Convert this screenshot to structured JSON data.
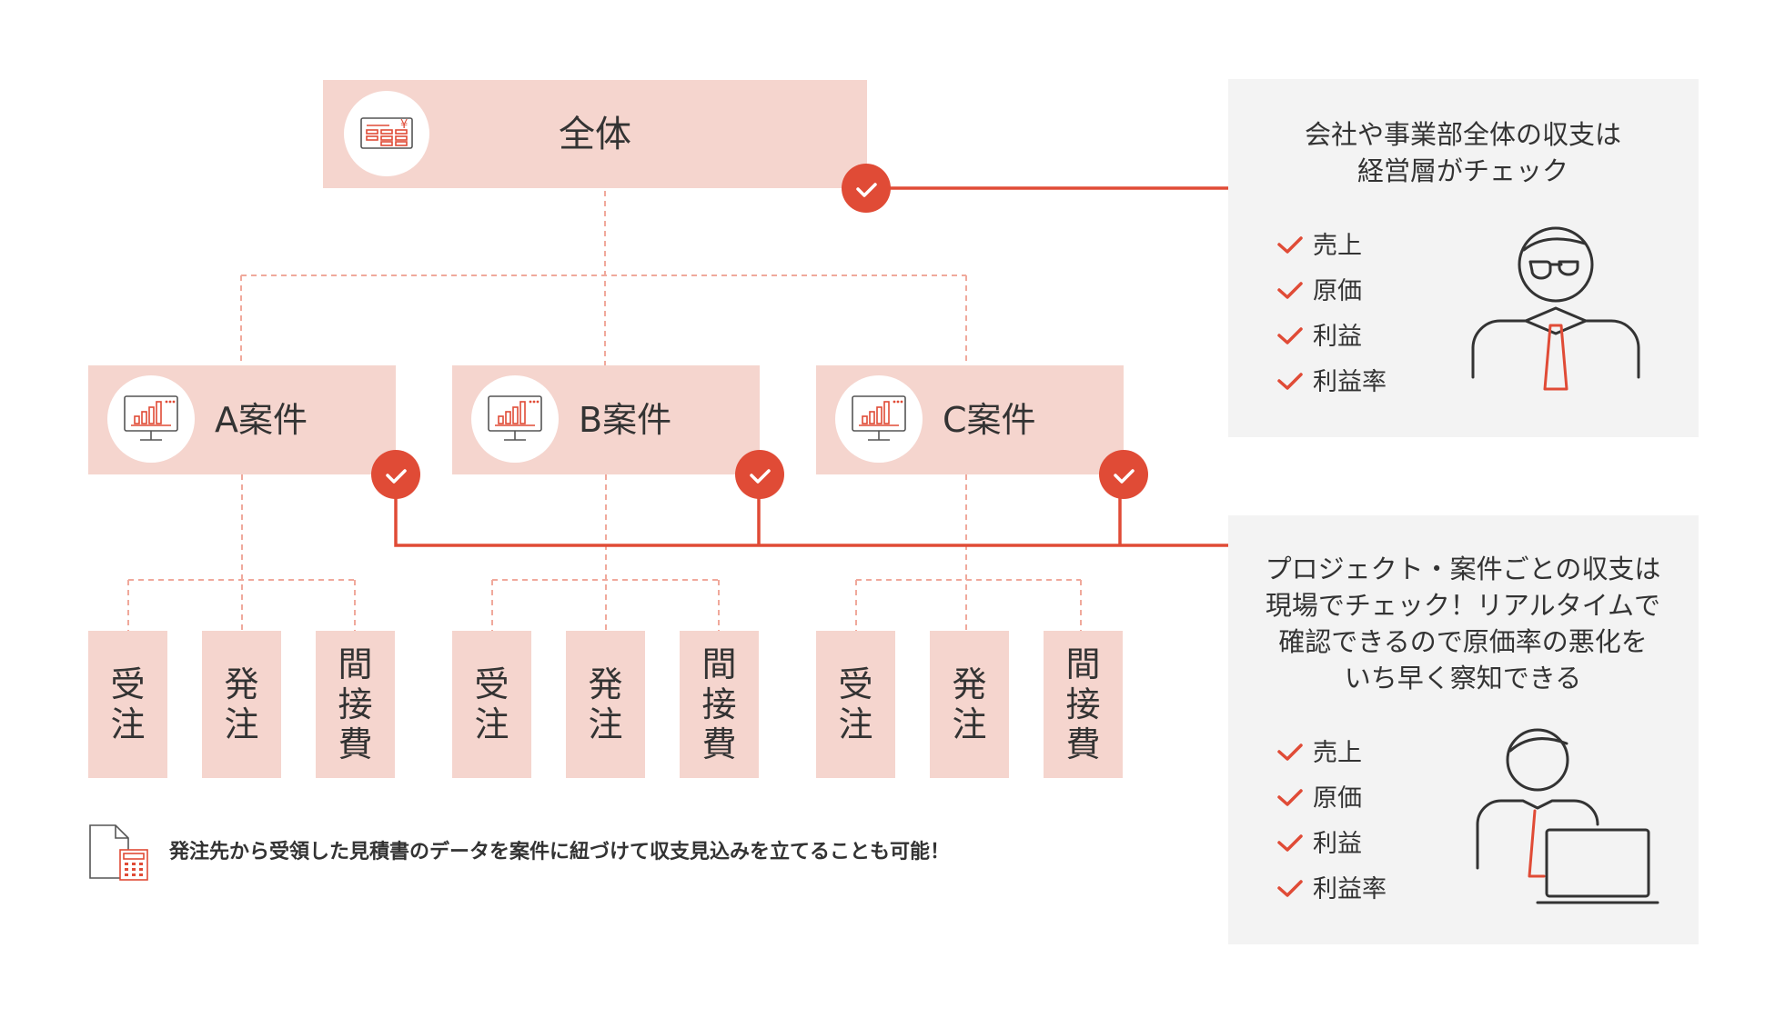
{
  "colors": {
    "box_fill": "#f5d5ce",
    "accent": "#e04b36",
    "panel_bg": "#f3f3f3",
    "text": "#333333",
    "line": "#333333"
  },
  "top": {
    "label": "全体",
    "icon": "calculator-document-icon"
  },
  "projects": [
    {
      "label": "A案件",
      "icon": "monitor-chart-icon",
      "items": [
        {
          "text": "受\n注"
        },
        {
          "text": "発\n注"
        },
        {
          "text": "間\n接\n費"
        }
      ]
    },
    {
      "label": "B案件",
      "icon": "monitor-chart-icon",
      "items": [
        {
          "text": "受\n注"
        },
        {
          "text": "発\n注"
        },
        {
          "text": "間\n接\n費"
        }
      ]
    },
    {
      "label": "C案件",
      "icon": "monitor-chart-icon",
      "items": [
        {
          "text": "受\n注"
        },
        {
          "text": "発\n注"
        },
        {
          "text": "間\n接\n費"
        }
      ]
    }
  ],
  "panel_management": {
    "title_lines": [
      "会社や事業部全体の収支は",
      "経営層がチェック"
    ],
    "items": [
      "売上",
      "原価",
      "利益",
      "利益率"
    ],
    "figure": "manager-with-glasses-icon"
  },
  "panel_project": {
    "title_lines": [
      "プロジェクト・案件ごとの収支は",
      "現場でチェック！リアルタイムで",
      "確認できるので原価率の悪化を",
      "いち早く察知できる"
    ],
    "items": [
      "売上",
      "原価",
      "利益",
      "利益率"
    ],
    "figure": "worker-with-laptop-icon"
  },
  "note": {
    "text": "発注先から受領した見積書のデータを案件に紐づけて収支見込みを立てることも可能！",
    "icon": "document-calculator-icon"
  }
}
